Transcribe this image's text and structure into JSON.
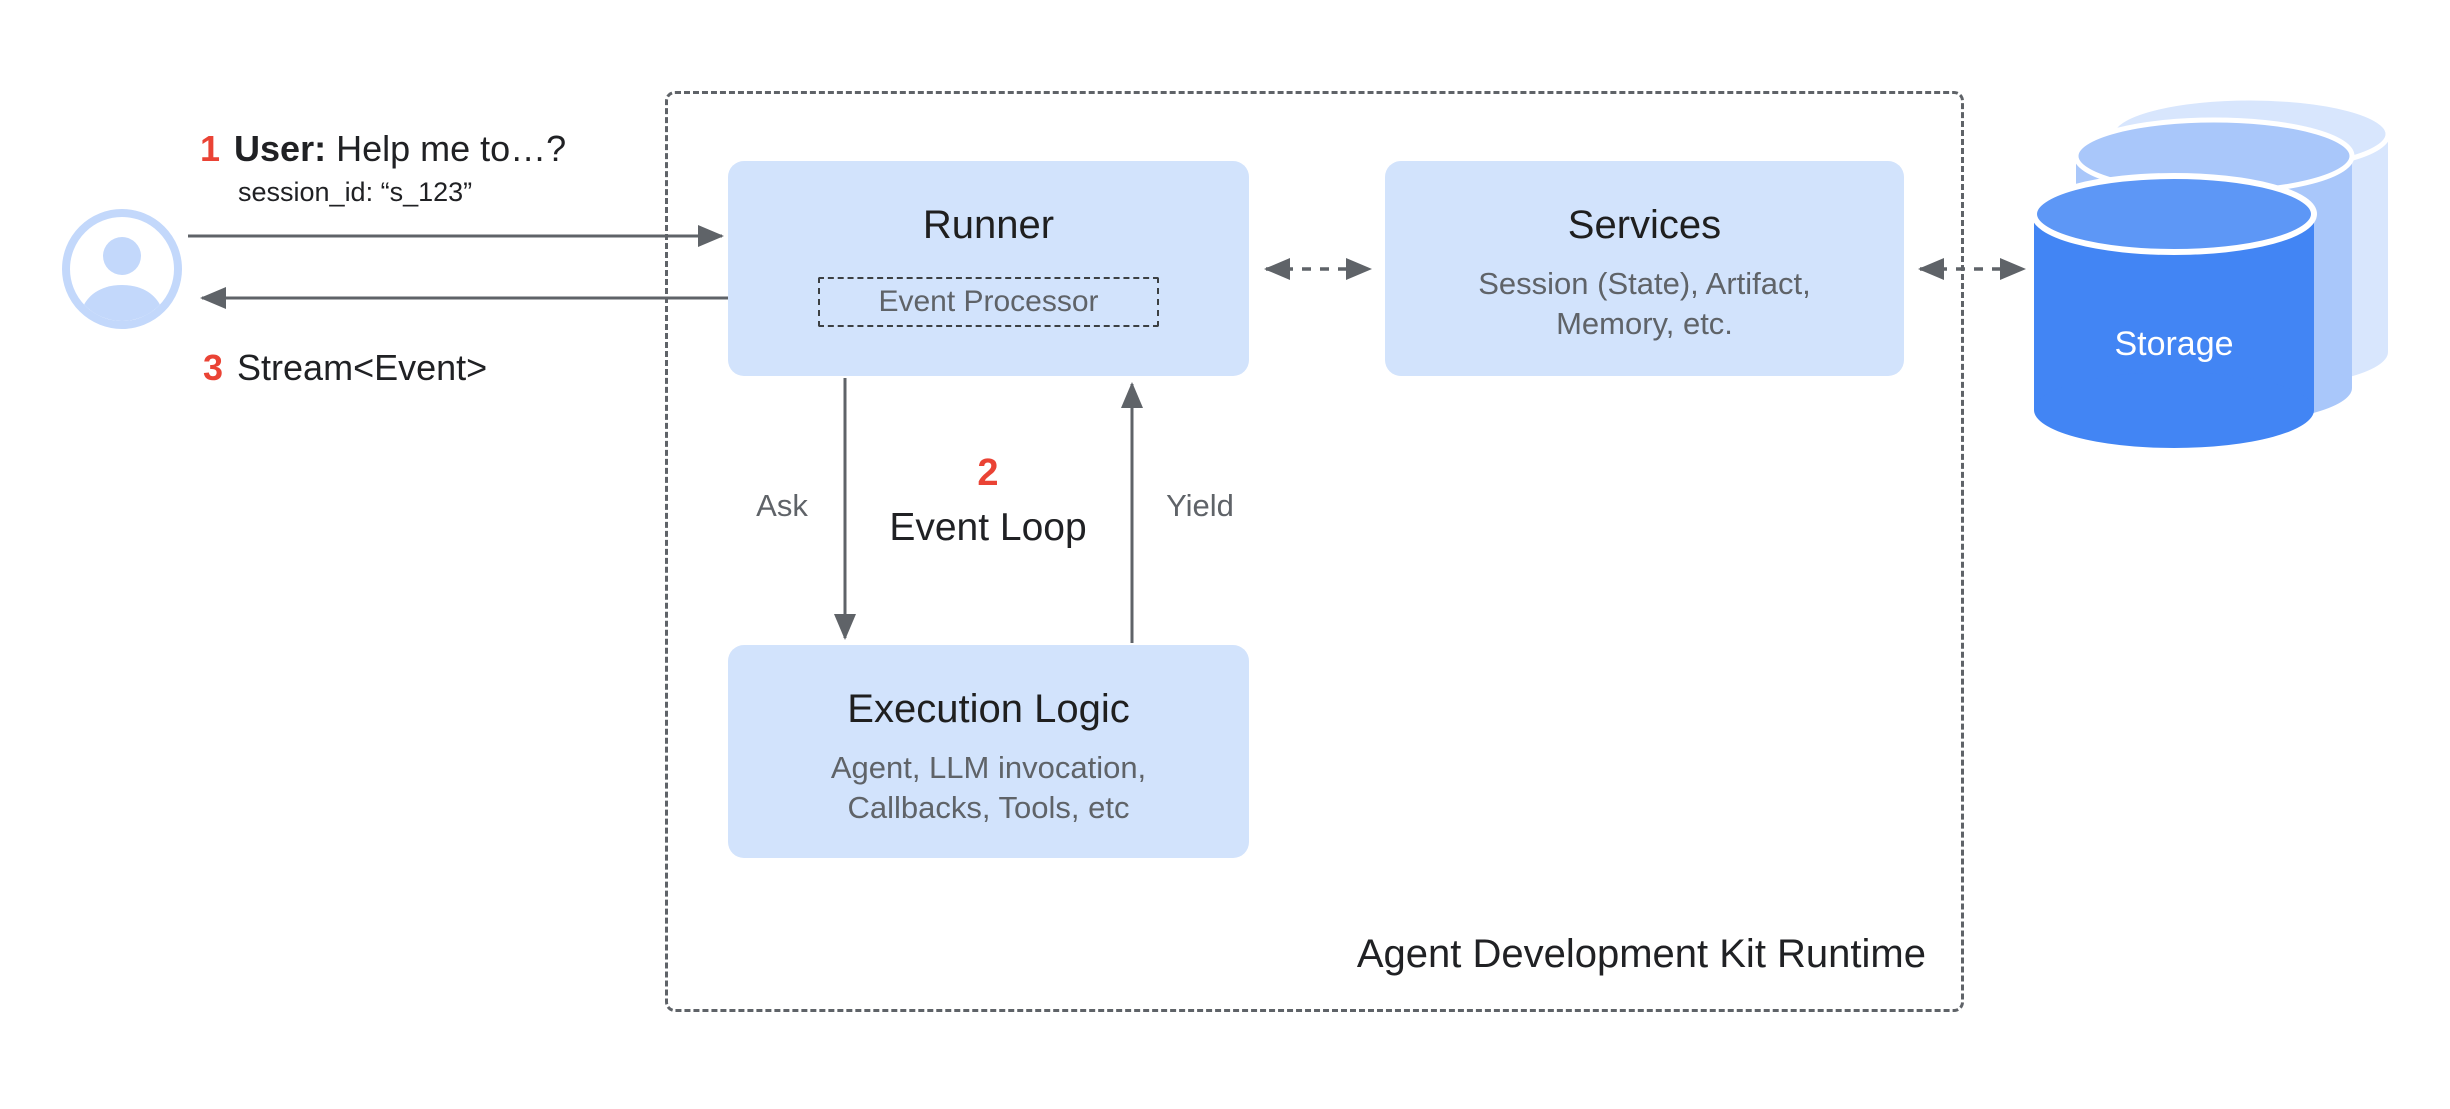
{
  "palette": {
    "box_bg": "#d2e3fc",
    "accent_red": "#ea4335",
    "text_dark": "#202124",
    "text_gray": "#5f6368",
    "arrow_gray": "#5f6368",
    "storage_front": "#4285f4",
    "storage_front_top": "#5d97f6",
    "storage_mid": "#a9c7fa",
    "storage_back": "#d8e6fd",
    "user_icon_blue": "#c3d8fb"
  },
  "user_flow": {
    "step1": {
      "num": "1",
      "label": "User:",
      "text": "Help me to…?"
    },
    "session": "session_id: “s_123”",
    "step3": {
      "num": "3",
      "text": "Stream<Event>"
    }
  },
  "runner": {
    "title": "Runner",
    "processor": "Event Processor"
  },
  "services": {
    "title": "Services",
    "desc_line1": "Session (State), Artifact,",
    "desc_line2": "Memory, etc."
  },
  "execution": {
    "title": "Execution Logic",
    "desc_line1": "Agent, LLM invocation,",
    "desc_line2": "Callbacks, Tools, etc"
  },
  "event_loop": {
    "num": "2",
    "label": "Event Loop",
    "ask": "Ask",
    "yield": "Yield"
  },
  "storage": {
    "label": "Storage"
  },
  "runtime_label": "Agent Development Kit Runtime"
}
